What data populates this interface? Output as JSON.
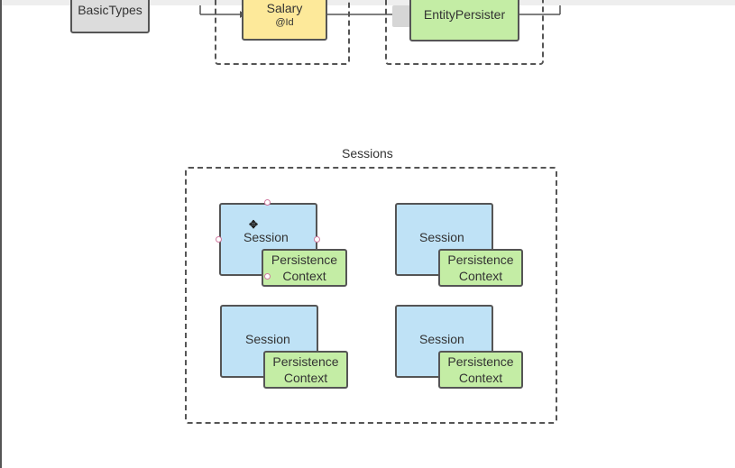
{
  "top": {
    "basic_types": "BasicTypes",
    "salary_title": "Salary",
    "salary_sub": "@Id",
    "entity_persister": "EntityPersister"
  },
  "sessions": {
    "title": "Sessions",
    "cards": [
      {
        "session": "Session",
        "pc_line1": "Persistence",
        "pc_line2": "Context"
      },
      {
        "session": "Session",
        "pc_line1": "Persistence",
        "pc_line2": "Context"
      },
      {
        "session": "Session",
        "pc_line1": "Persistence",
        "pc_line2": "Context"
      },
      {
        "session": "Session",
        "pc_line1": "Persistence",
        "pc_line2": "Context"
      }
    ]
  },
  "colors": {
    "session_fill": "#bfe2f6",
    "context_fill": "#c4eda5",
    "salary_fill": "#fde99a",
    "basic_fill": "#dcdcdc"
  }
}
